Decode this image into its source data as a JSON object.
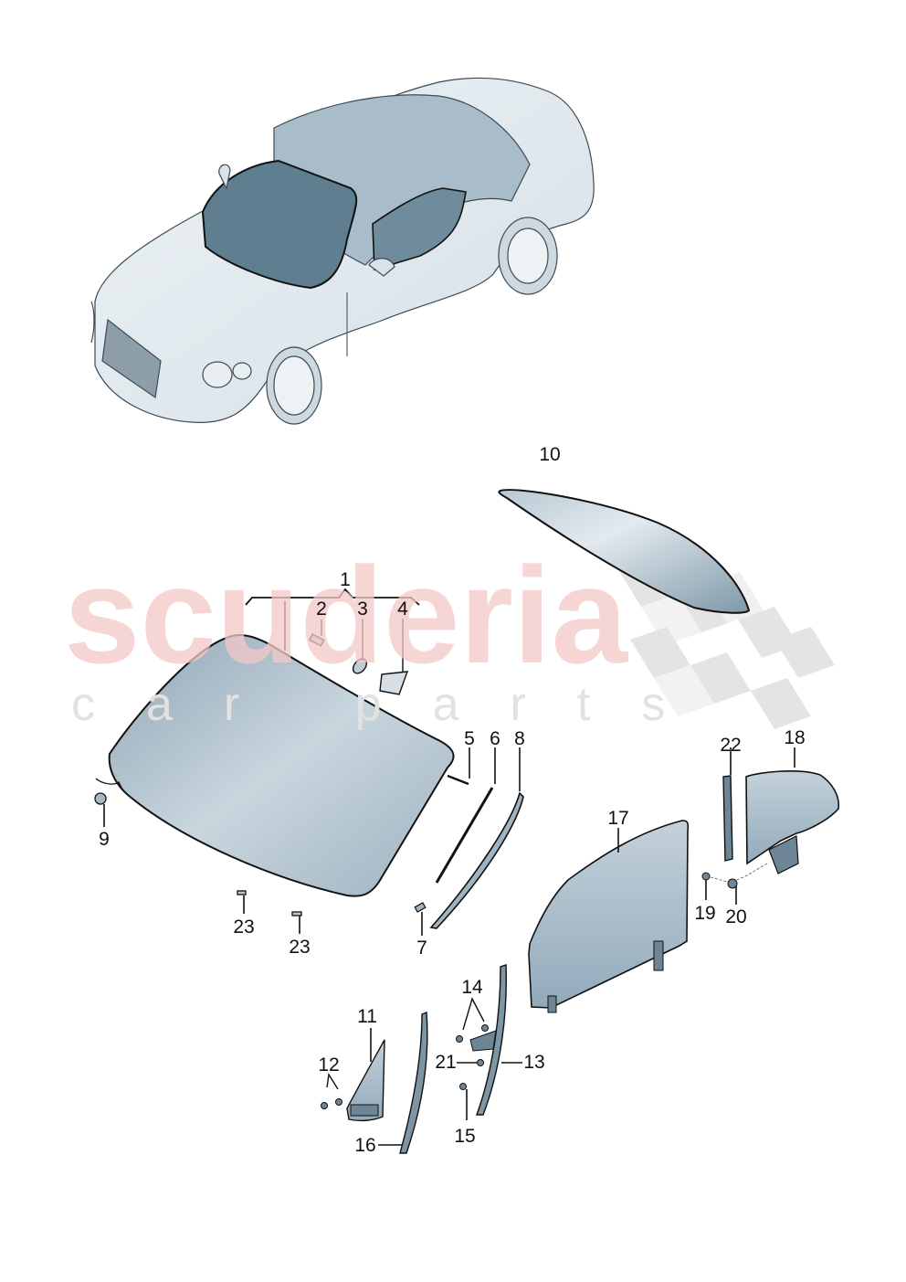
{
  "watermark": {
    "brand": "scuderia",
    "subtitle": "car parts",
    "brand_color": "#f4c8c8",
    "checker_color": "#e4e4e4"
  },
  "diagram": {
    "subject": "convertible car glass / windows exploded parts view",
    "glass_color": "#9fb4c2",
    "outline_color": "#222222",
    "callouts": [
      {
        "id": "c1",
        "label": "1"
      },
      {
        "id": "c2",
        "label": "2"
      },
      {
        "id": "c3",
        "label": "3"
      },
      {
        "id": "c4",
        "label": "4"
      },
      {
        "id": "c5",
        "label": "5"
      },
      {
        "id": "c6",
        "label": "6"
      },
      {
        "id": "c7",
        "label": "7"
      },
      {
        "id": "c8",
        "label": "8"
      },
      {
        "id": "c9",
        "label": "9"
      },
      {
        "id": "c10",
        "label": "10"
      },
      {
        "id": "c11",
        "label": "11"
      },
      {
        "id": "c12",
        "label": "12"
      },
      {
        "id": "c13",
        "label": "13"
      },
      {
        "id": "c14",
        "label": "14"
      },
      {
        "id": "c15",
        "label": "15"
      },
      {
        "id": "c16",
        "label": "16"
      },
      {
        "id": "c17",
        "label": "17"
      },
      {
        "id": "c18",
        "label": "18"
      },
      {
        "id": "c19",
        "label": "19"
      },
      {
        "id": "c20",
        "label": "20"
      },
      {
        "id": "c21",
        "label": "21"
      },
      {
        "id": "c22",
        "label": "22"
      },
      {
        "id": "c23a",
        "label": "23"
      },
      {
        "id": "c23b",
        "label": "23"
      }
    ]
  }
}
